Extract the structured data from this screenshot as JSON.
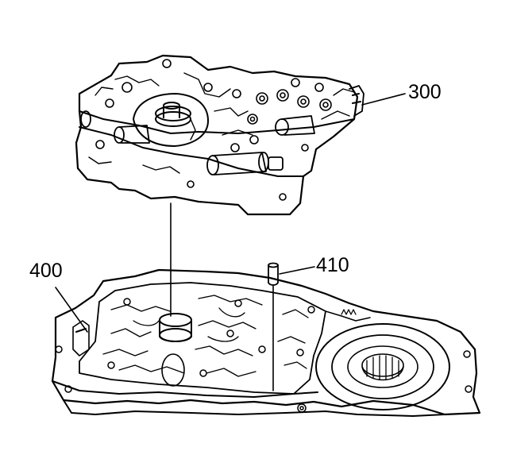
{
  "callouts": {
    "valve_body": "300",
    "case_assembly": "400",
    "locating_pin": "410"
  },
  "colors": {
    "line": "#000000",
    "background": "#ffffff"
  }
}
